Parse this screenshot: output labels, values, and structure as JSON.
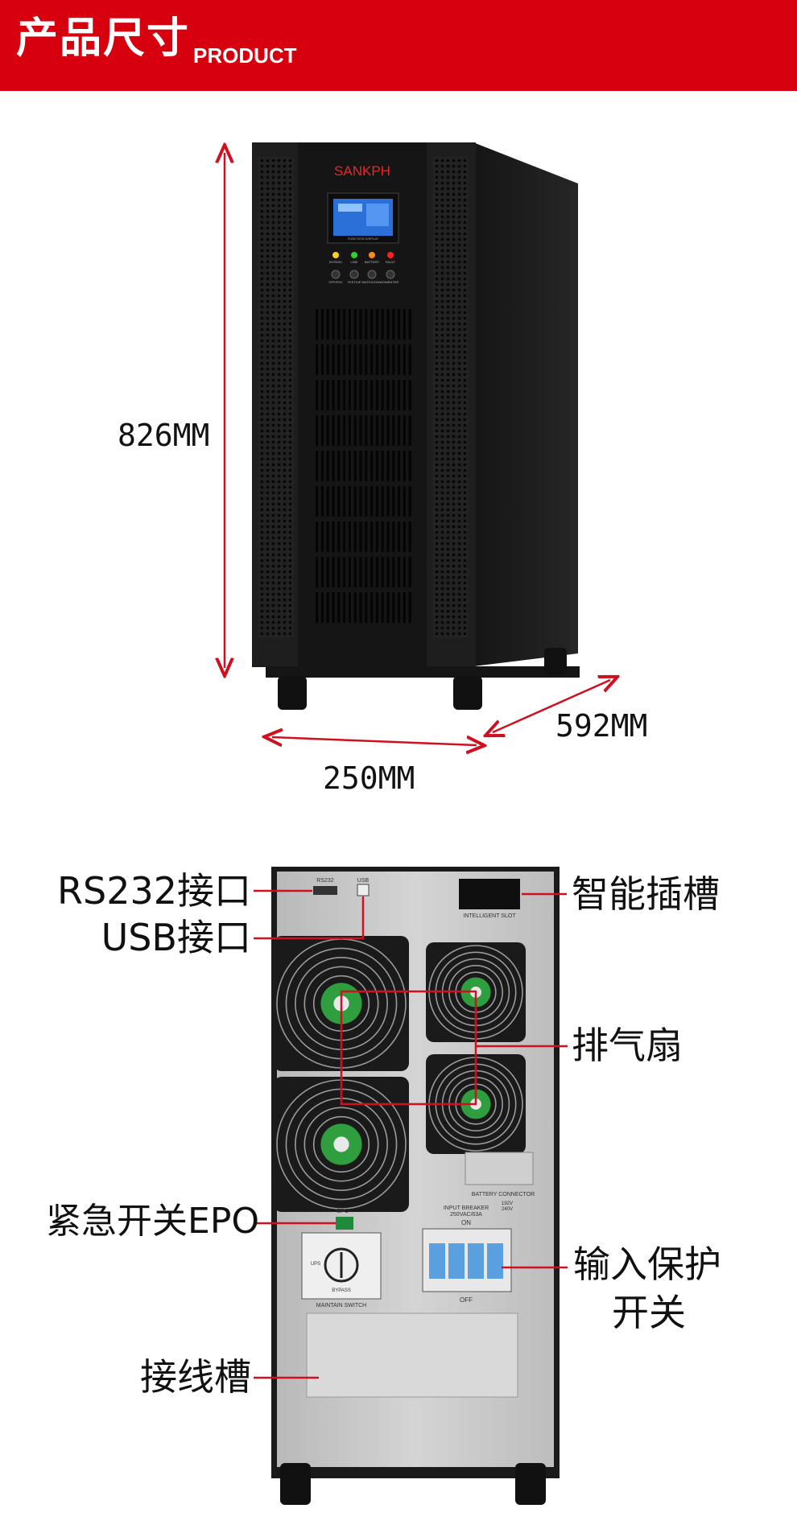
{
  "header": {
    "title_cn": "产品尺寸",
    "title_en": "PRODUCT"
  },
  "front": {
    "brand": "SANKPH",
    "display_label": "FUNCTION  DISPLAY",
    "indicators": [
      "BYPASS",
      "LINE",
      "BATTERY",
      "FAULT"
    ],
    "buttons": [
      "OFF/ESC",
      "TEST/UP",
      "MUTE/DOWN",
      "ON/ENTER"
    ]
  },
  "dimensions": {
    "height": "826MM",
    "depth": "592MM",
    "width": "250MM"
  },
  "rear": {
    "port_rs232": "RS232",
    "port_usb": "USB",
    "slot_label": "INTELLIGENT SLOT",
    "battery_label": "BATTERY CONNECTOR",
    "voltage_1": "192V",
    "voltage_2": "240V",
    "breaker_label": "INPUT BREAKER",
    "breaker_rating": "250VAC/63A",
    "breaker_on": "ON",
    "breaker_off": "OFF",
    "epo_label": "EPO",
    "switch_ups": "UPS",
    "switch_bypass": "BYPASS",
    "maintain_switch": "MAINTAIN SWITCH"
  },
  "callouts": {
    "rs232": "RS232接口",
    "usb": "USB接口",
    "slot": "智能插槽",
    "fan": "排气扇",
    "epo": "紧急开关EPO",
    "breaker_line1": "输入保护",
    "breaker_line2": "开关",
    "wiring": "接线槽"
  },
  "colors": {
    "accent": "#d6000f",
    "annotation_line": "#d01020",
    "cabinet": "#1c1c1c",
    "panel": "#c8c8c8"
  }
}
